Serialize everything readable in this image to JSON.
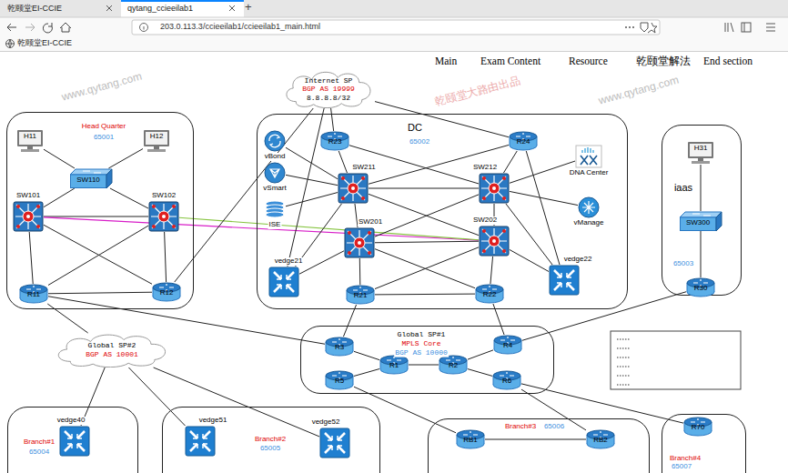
{
  "diagram": {
    "nodes": [
      {
        "text": [
          "Head Quarter",
          "65001"
        ]
      },
      {
        "text": [
          "H11"
        ],
        "in": 0
      },
      {
        "text": [
          "H12"
        ],
        "in": 0
      },
      {
        "text": [
          "SW110"
        ],
        "in": 0
      },
      {
        "text": [
          "SW101"
        ],
        "in": 0
      },
      {
        "text": [
          "SW102"
        ],
        "in": 0
      },
      {
        "text": [
          "R11"
        ],
        "in": 0
      },
      {
        "text": [
          "R12"
        ],
        "in": 0
      },
      {
        "text": [
          "Internet SP",
          "BGP AS 19999",
          "8.8.8.8/32"
        ]
      },
      {
        "text": [
          "DC",
          "65002"
        ]
      },
      {
        "text": [
          "R23"
        ],
        "in": 9
      },
      {
        "text": [
          "R24"
        ],
        "in": 9
      },
      {
        "text": [
          "vBond"
        ],
        "in": 9
      },
      {
        "text": [
          "vSmart"
        ],
        "in": 9
      },
      {
        "text": [
          "ISE"
        ],
        "in": 9
      },
      {
        "text": [
          "SW211"
        ],
        "in": 9
      },
      {
        "text": [
          "SW212"
        ],
        "in": 9
      },
      {
        "text": [
          "DNA Center"
        ],
        "in": 9
      },
      {
        "text": [
          "vManage"
        ],
        "in": 9
      },
      {
        "text": [
          "SW201"
        ],
        "in": 9
      },
      {
        "text": [
          "SW202"
        ],
        "in": 9
      },
      {
        "text": [
          "vedge21"
        ],
        "in": 9
      },
      {
        "text": [
          "vedge22"
        ],
        "in": 9
      },
      {
        "text": [
          "R21"
        ],
        "in": 9
      },
      {
        "text": [
          "R22"
        ],
        "in": 9
      },
      {
        "text": [
          "iaas",
          "65003"
        ]
      },
      {
        "text": [
          "H31"
        ],
        "in": 25
      },
      {
        "text": [
          "SW300"
        ],
        "in": 25
      },
      {
        "text": [
          "R30"
        ],
        "in": 25
      },
      {
        "text": [
          "Global SP#1",
          "MPLS Core",
          "BGP AS 10000"
        ]
      },
      {
        "text": [
          "R3"
        ],
        "in": 29
      },
      {
        "text": [
          "R4"
        ],
        "in": 29
      },
      {
        "text": [
          "R1"
        ],
        "in": 29
      },
      {
        "text": [
          "R2"
        ],
        "in": 29
      },
      {
        "text": [
          "R5"
        ],
        "in": 29
      },
      {
        "text": [
          "R6"
        ],
        "in": 29
      },
      {
        "text": [
          "Global SP#2",
          "BGP AS 10001"
        ]
      },
      {
        "text": [
          "Branch#1",
          "65004"
        ]
      },
      {
        "text": [
          "vedge40"
        ],
        "in": 37
      },
      {
        "text": [
          "Branch#2",
          "65005"
        ]
      },
      {
        "text": [
          "vedge51"
        ],
        "in": 39
      },
      {
        "text": [
          "vedge52"
        ],
        "in": 39
      },
      {
        "text": [
          "Branch#3",
          "65006"
        ]
      },
      {
        "text": [
          "RB1"
        ],
        "in": 42
      },
      {
        "text": [
          "RB2"
        ],
        "in": 42
      },
      {
        "text": [
          "Branch#4",
          "65007"
        ]
      },
      {
        "text": [
          "R70"
        ],
        "in": 45
      }
    ],
    "edges": [
      {
        "from": 1,
        "to": 3,
        "arrow": "none"
      },
      {
        "from": 2,
        "to": 3,
        "arrow": "none"
      },
      {
        "from": 3,
        "to": 4,
        "arrow": "none"
      },
      {
        "from": 3,
        "to": 5,
        "arrow": "none"
      },
      {
        "from": 4,
        "to": 5,
        "arrow": "none"
      },
      {
        "from": 4,
        "to": 6,
        "arrow": "none"
      },
      {
        "from": 5,
        "to": 7,
        "arrow": "none"
      },
      {
        "from": 4,
        "to": 7,
        "arrow": "none"
      },
      {
        "from": 5,
        "to": 6,
        "arrow": "none"
      },
      {
        "from": 6,
        "to": 7,
        "arrow": "none"
      },
      {
        "from": 4,
        "to": 20,
        "arrow": "none"
      },
      {
        "from": 5,
        "to": 20,
        "arrow": "none"
      },
      {
        "from": 7,
        "to": 8,
        "arrow": "none"
      },
      {
        "from": 6,
        "to": 36,
        "arrow": "none"
      },
      {
        "from": 6,
        "to": 30,
        "arrow": "none"
      },
      {
        "from": 10,
        "to": 8,
        "arrow": "none"
      },
      {
        "from": 11,
        "to": 8,
        "arrow": "none"
      },
      {
        "from": 10,
        "to": 15,
        "arrow": "none"
      },
      {
        "from": 10,
        "to": 16,
        "arrow": "none"
      },
      {
        "from": 11,
        "to": 15,
        "arrow": "none"
      },
      {
        "from": 11,
        "to": 16,
        "arrow": "none"
      },
      {
        "from": 15,
        "to": 16,
        "arrow": "none"
      },
      {
        "from": 15,
        "to": 19,
        "arrow": "none"
      },
      {
        "from": 16,
        "to": 20,
        "arrow": "none"
      },
      {
        "from": 15,
        "to": 20,
        "arrow": "none"
      },
      {
        "from": 16,
        "to": 19,
        "arrow": "none"
      },
      {
        "from": 19,
        "to": 20,
        "arrow": "none"
      },
      {
        "from": 12,
        "to": 15,
        "arrow": "none"
      },
      {
        "from": 13,
        "to": 15,
        "arrow": "none"
      },
      {
        "from": 14,
        "to": 15,
        "arrow": "none"
      },
      {
        "from": 17,
        "to": 16,
        "arrow": "none"
      },
      {
        "from": 18,
        "to": 16,
        "arrow": "none"
      },
      {
        "from": 21,
        "to": 19,
        "arrow": "none"
      },
      {
        "from": 21,
        "to": 15,
        "arrow": "none"
      },
      {
        "from": 22,
        "to": 20,
        "arrow": "none"
      },
      {
        "from": 22,
        "to": 16,
        "arrow": "none"
      },
      {
        "from": 23,
        "to": 19,
        "arrow": "none"
      },
      {
        "from": 23,
        "to": 20,
        "arrow": "none"
      },
      {
        "from": 24,
        "to": 19,
        "arrow": "none"
      },
      {
        "from": 24,
        "to": 20,
        "arrow": "none"
      },
      {
        "from": 23,
        "to": 24,
        "arrow": "none"
      },
      {
        "from": 21,
        "to": 8,
        "arrow": "none"
      },
      {
        "from": 22,
        "to": 11,
        "arrow": "none"
      },
      {
        "from": 23,
        "to": 30,
        "arrow": "none"
      },
      {
        "from": 24,
        "to": 31,
        "arrow": "none"
      },
      {
        "from": 26,
        "to": 27,
        "arrow": "none"
      },
      {
        "from": 27,
        "to": 28,
        "arrow": "none"
      },
      {
        "from": 28,
        "to": 31,
        "arrow": "none"
      },
      {
        "from": 30,
        "to": 32,
        "arrow": "none"
      },
      {
        "from": 32,
        "to": 33,
        "arrow": "none"
      },
      {
        "from": 33,
        "to": 31,
        "arrow": "none"
      },
      {
        "from": 32,
        "to": 34,
        "arrow": "none"
      },
      {
        "from": 33,
        "to": 35,
        "arrow": "none"
      },
      {
        "from": 36,
        "to": 38,
        "arrow": "none"
      },
      {
        "from": 36,
        "to": 40,
        "arrow": "none"
      },
      {
        "from": 36,
        "to": 41,
        "arrow": "none"
      },
      {
        "from": 34,
        "to": 43,
        "arrow": "none"
      },
      {
        "from": 35,
        "to": 44,
        "arrow": "none"
      },
      {
        "from": 35,
        "to": 46,
        "arrow": "none"
      },
      {
        "from": 43,
        "to": 44,
        "arrow": "none"
      }
    ],
    "labels": [
      "乾颐堂EI-CCIE",
      "qytang_ccieeilab1",
      "+",
      "203.0.113.3/ccieeilab1/ccieeilab1_main.html",
      "乾颐堂EI-CCIE",
      "Main",
      "Exam Content",
      "Resource",
      "乾颐堂解法",
      "End section",
      "www.qytang.com",
      "乾颐堂大路由出品",
      "www.qytang.com"
    ]
  }
}
